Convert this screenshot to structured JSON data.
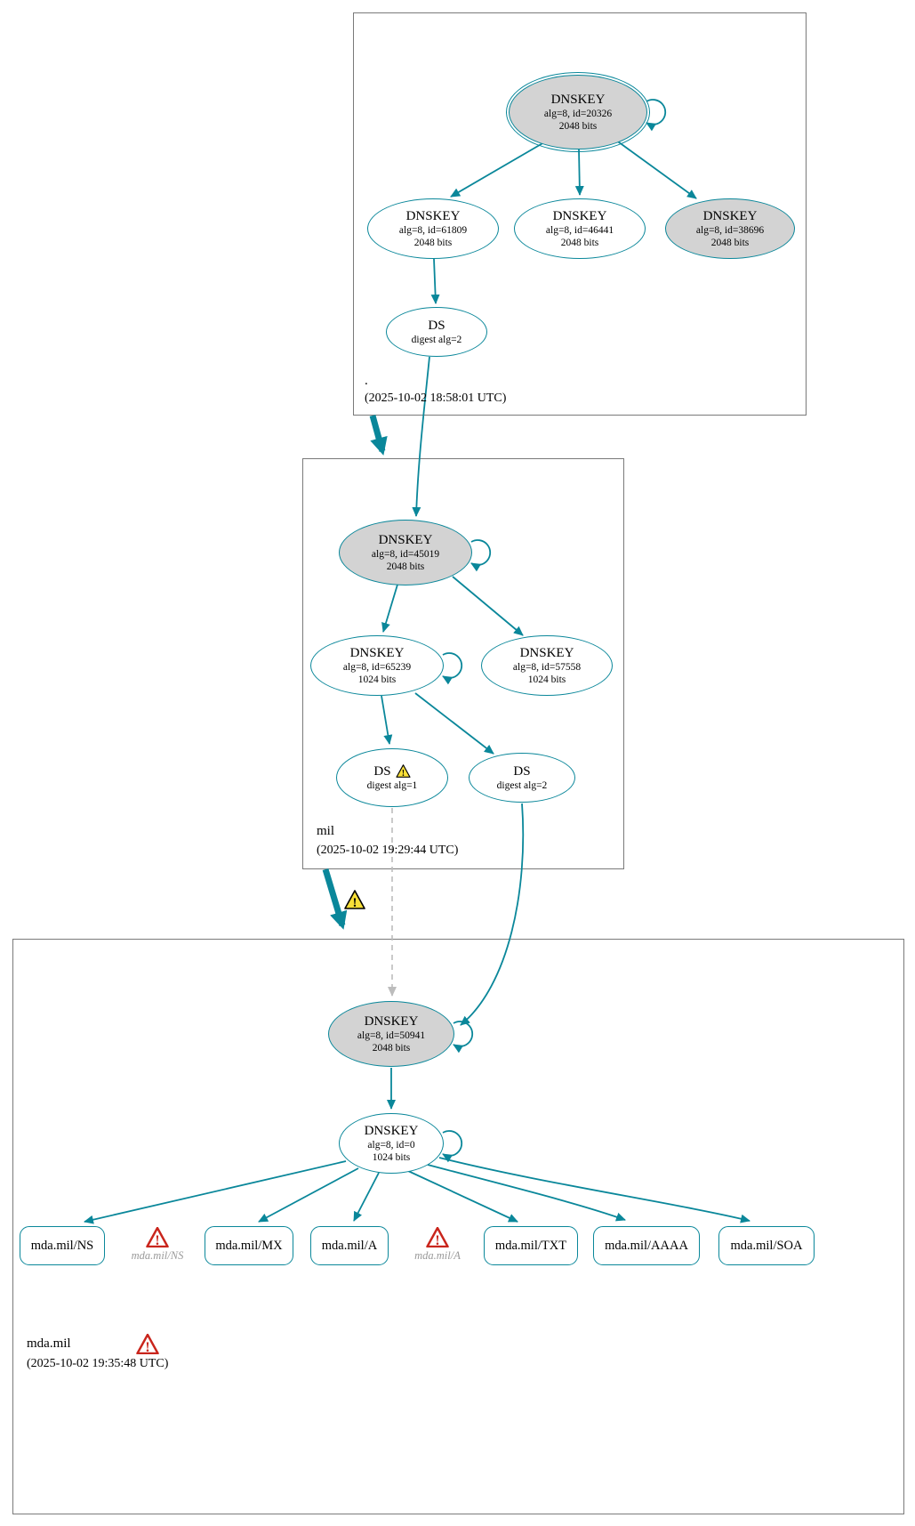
{
  "colors": {
    "secure_edge": "#0a879a",
    "ksk_fill": "#d3d3d3",
    "warning_fill": "#f8df38",
    "error_color": "#c9251c",
    "ghost_text": "#9a9a9a"
  },
  "icons": {
    "warning": "warning-triangle",
    "error": "error-triangle"
  },
  "zones": {
    "root": {
      "label": ".",
      "timestamp": "(2025-10-02 18:58:01 UTC)",
      "ksk": {
        "title": "DNSKEY",
        "line1": "alg=8, id=20326",
        "line2": "2048 bits"
      },
      "key_61809": {
        "title": "DNSKEY",
        "line1": "alg=8, id=61809",
        "line2": "2048 bits"
      },
      "key_46441": {
        "title": "DNSKEY",
        "line1": "alg=8, id=46441",
        "line2": "2048 bits"
      },
      "key_38696": {
        "title": "DNSKEY",
        "line1": "alg=8, id=38696",
        "line2": "2048 bits"
      },
      "ds": {
        "title": "DS",
        "line1": "digest alg=2"
      }
    },
    "mil": {
      "label": "mil",
      "timestamp": "(2025-10-02 19:29:44 UTC)",
      "ksk": {
        "title": "DNSKEY",
        "line1": "alg=8, id=45019",
        "line2": "2048 bits"
      },
      "key_65239": {
        "title": "DNSKEY",
        "line1": "alg=8, id=65239",
        "line2": "1024 bits"
      },
      "key_57558": {
        "title": "DNSKEY",
        "line1": "alg=8, id=57558",
        "line2": "1024 bits"
      },
      "ds_alg1": {
        "title": "DS",
        "line1": "digest alg=1"
      },
      "ds_alg2": {
        "title": "DS",
        "line1": "digest alg=2"
      }
    },
    "mda": {
      "label": "mda.mil",
      "timestamp": "(2025-10-02 19:35:48 UTC)",
      "ksk": {
        "title": "DNSKEY",
        "line1": "alg=8, id=50941",
        "line2": "2048 bits"
      },
      "zsk": {
        "title": "DNSKEY",
        "line1": "alg=8, id=0",
        "line2": "1024 bits"
      },
      "rrsets": [
        {
          "label": "mda.mil/NS"
        },
        {
          "label": "mda.mil/MX"
        },
        {
          "label": "mda.mil/A"
        },
        {
          "label": "mda.mil/TXT"
        },
        {
          "label": "mda.mil/AAAA"
        },
        {
          "label": "mda.mil/SOA"
        }
      ],
      "ghosts": [
        {
          "label": "mda.mil/NS"
        },
        {
          "label": "mda.mil/A"
        }
      ]
    }
  }
}
